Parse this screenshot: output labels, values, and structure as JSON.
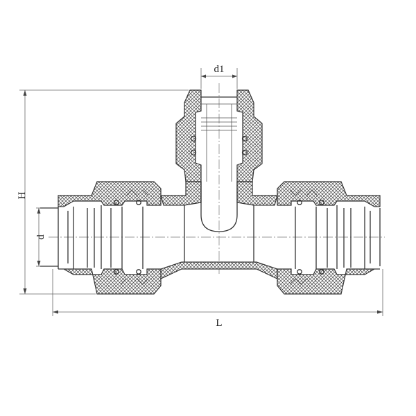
{
  "dimensions": {
    "branch_diameter": "d1",
    "height": "H",
    "pipe_diameter": "d",
    "length": "L"
  }
}
